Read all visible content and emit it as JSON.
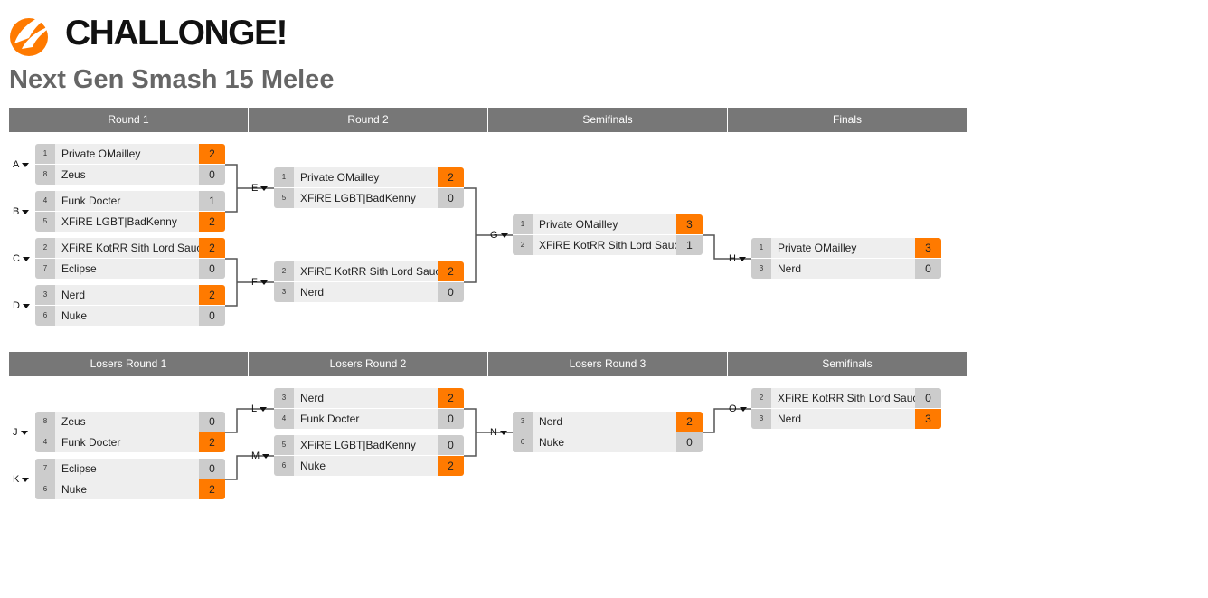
{
  "brand": {
    "name": "CHALLONGE!",
    "logo_icon": "challonge-flame-icon",
    "accent": "#ff7a00"
  },
  "tournament": {
    "title": "Next Gen Smash 15 Melee"
  },
  "colors": {
    "header_bg": "#777777",
    "winner_score": "#ff7a00",
    "seed_bg": "#cccccc",
    "name_bg": "#eeeeee"
  },
  "winners_bracket": {
    "rounds": [
      "Round 1",
      "Round 2",
      "Semifinals",
      "Finals"
    ],
    "matches": [
      {
        "id": "A",
        "players": [
          {
            "seed": "1",
            "name": "Private OMailley",
            "score": "2",
            "winner": true
          },
          {
            "seed": "8",
            "name": "Zeus",
            "score": "0",
            "winner": false
          }
        ]
      },
      {
        "id": "B",
        "players": [
          {
            "seed": "4",
            "name": "Funk Docter",
            "score": "1",
            "winner": false
          },
          {
            "seed": "5",
            "name": "XFiRE LGBT|BadKenny",
            "score": "2",
            "winner": true
          }
        ]
      },
      {
        "id": "C",
        "players": [
          {
            "seed": "2",
            "name": "XFiRE KotRR Sith Lord Sauce",
            "score": "2",
            "winner": true
          },
          {
            "seed": "7",
            "name": "Eclipse",
            "score": "0",
            "winner": false
          }
        ]
      },
      {
        "id": "D",
        "players": [
          {
            "seed": "3",
            "name": "Nerd",
            "score": "2",
            "winner": true
          },
          {
            "seed": "6",
            "name": "Nuke",
            "score": "0",
            "winner": false
          }
        ]
      },
      {
        "id": "E",
        "players": [
          {
            "seed": "1",
            "name": "Private OMailley",
            "score": "2",
            "winner": true
          },
          {
            "seed": "5",
            "name": "XFiRE LGBT|BadKenny",
            "score": "0",
            "winner": false
          }
        ]
      },
      {
        "id": "F",
        "players": [
          {
            "seed": "2",
            "name": "XFiRE KotRR Sith Lord Sauce",
            "score": "2",
            "winner": true
          },
          {
            "seed": "3",
            "name": "Nerd",
            "score": "0",
            "winner": false
          }
        ]
      },
      {
        "id": "G",
        "players": [
          {
            "seed": "1",
            "name": "Private OMailley",
            "score": "3",
            "winner": true
          },
          {
            "seed": "2",
            "name": "XFiRE KotRR Sith Lord Sauce",
            "score": "1",
            "winner": false
          }
        ]
      },
      {
        "id": "H",
        "players": [
          {
            "seed": "1",
            "name": "Private OMailley",
            "score": "3",
            "winner": true
          },
          {
            "seed": "3",
            "name": "Nerd",
            "score": "0",
            "winner": false
          }
        ]
      }
    ]
  },
  "losers_bracket": {
    "rounds": [
      "Losers Round 1",
      "Losers Round 2",
      "Losers Round 3",
      "Semifinals"
    ],
    "matches": [
      {
        "id": "J",
        "players": [
          {
            "seed": "8",
            "name": "Zeus",
            "score": "0",
            "winner": false
          },
          {
            "seed": "4",
            "name": "Funk Docter",
            "score": "2",
            "winner": true
          }
        ]
      },
      {
        "id": "K",
        "players": [
          {
            "seed": "7",
            "name": "Eclipse",
            "score": "0",
            "winner": false
          },
          {
            "seed": "6",
            "name": "Nuke",
            "score": "2",
            "winner": true
          }
        ]
      },
      {
        "id": "L",
        "players": [
          {
            "seed": "3",
            "name": "Nerd",
            "score": "2",
            "winner": true
          },
          {
            "seed": "4",
            "name": "Funk Docter",
            "score": "0",
            "winner": false
          }
        ]
      },
      {
        "id": "M",
        "players": [
          {
            "seed": "5",
            "name": "XFiRE LGBT|BadKenny",
            "score": "0",
            "winner": false
          },
          {
            "seed": "6",
            "name": "Nuke",
            "score": "2",
            "winner": true
          }
        ]
      },
      {
        "id": "N",
        "players": [
          {
            "seed": "3",
            "name": "Nerd",
            "score": "2",
            "winner": true
          },
          {
            "seed": "6",
            "name": "Nuke",
            "score": "0",
            "winner": false
          }
        ]
      },
      {
        "id": "O",
        "players": [
          {
            "seed": "2",
            "name": "XFiRE KotRR Sith Lord Sauce",
            "score": "0",
            "winner": false
          },
          {
            "seed": "3",
            "name": "Nerd",
            "score": "3",
            "winner": true
          }
        ]
      }
    ]
  }
}
